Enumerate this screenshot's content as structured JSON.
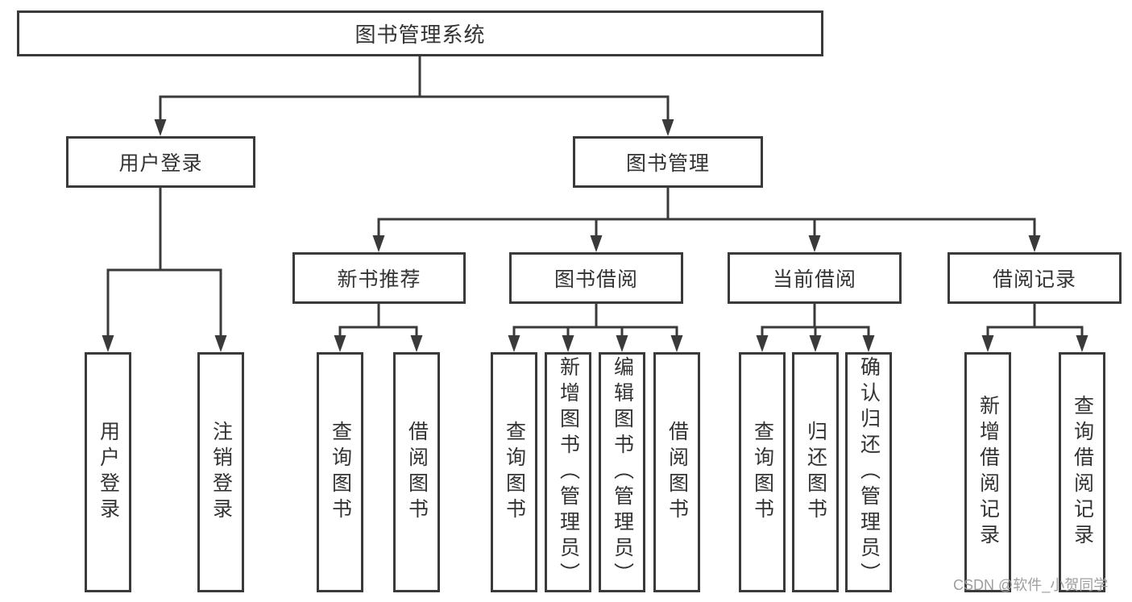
{
  "root": {
    "label": "图书管理系统"
  },
  "branches": [
    {
      "label": "用户登录",
      "children": [
        {
          "label": "用户登录"
        },
        {
          "label": "注销登录"
        }
      ]
    },
    {
      "label": "图书管理",
      "sections": [
        {
          "label": "新书推荐",
          "children": [
            {
              "label": "查询图书"
            },
            {
              "label": "借阅图书"
            }
          ]
        },
        {
          "label": "图书借阅",
          "children": [
            {
              "label": "查询图书"
            },
            {
              "label": "新增图书（管理员）"
            },
            {
              "label": "编辑图书（管理员）"
            },
            {
              "label": "借阅图书"
            }
          ]
        },
        {
          "label": "当前借阅",
          "children": [
            {
              "label": "查询图书"
            },
            {
              "label": "归还图书"
            },
            {
              "label": "确认归还（管理员）"
            }
          ]
        },
        {
          "label": "借阅记录",
          "children": [
            {
              "label": "新增借阅记录"
            },
            {
              "label": "查询借阅记录"
            }
          ]
        }
      ]
    }
  ],
  "watermark": "CSDN @软件_小贺同学",
  "colors": {
    "line": "#3a3a3a",
    "text": "#333333",
    "watermark": "#9e9e9e",
    "background": "#ffffff"
  }
}
